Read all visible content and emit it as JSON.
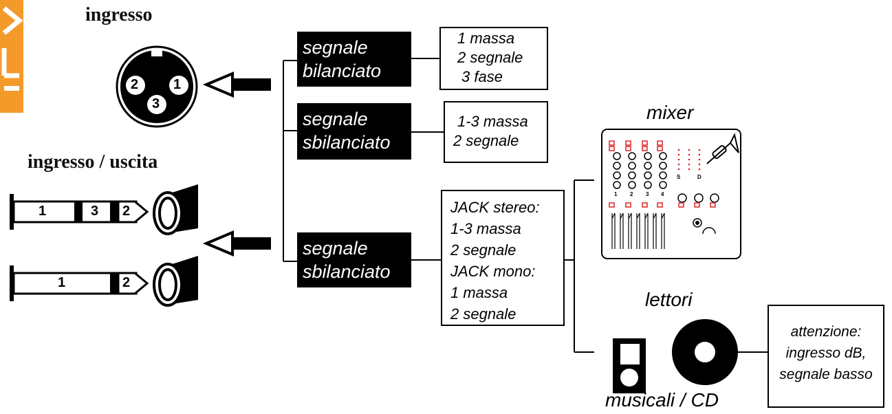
{
  "left": {
    "xlr_label": "ingresso",
    "xlr_pins": [
      "1",
      "2",
      "3"
    ],
    "jack_label": "ingresso / uscita",
    "jack_stereo_pins": [
      "1",
      "3",
      "2"
    ],
    "jack_mono_pins": [
      "1",
      "2"
    ]
  },
  "signals": [
    {
      "lines": [
        "segnale",
        "bilanciato"
      ]
    },
    {
      "lines": [
        "segnale",
        "sbilanciato"
      ]
    },
    {
      "lines": [
        "segnale",
        "sbilanciato"
      ]
    }
  ],
  "pin_boxes": [
    {
      "lines": [
        "1 massa",
        "2 segnale",
        "3 fase"
      ]
    },
    {
      "lines": [
        "1-3 massa",
        "2 segnale"
      ]
    },
    {
      "lines": [
        "JACK stereo:",
        "1-3 massa",
        "2 segnale",
        "JACK mono:",
        "1 massa",
        "2 segnale"
      ]
    }
  ],
  "devices": {
    "mixer_label": "mixer",
    "mixer_channels": [
      "1",
      "2",
      "3",
      "4"
    ],
    "mixer_sd": [
      "S",
      "D"
    ],
    "players_label": "lettori",
    "players_caption": "musicali / CD"
  },
  "warning": {
    "lines": [
      "attenzione:",
      "ingresso dB,",
      "segnale basso"
    ]
  },
  "colors": {
    "accent": "#f39a2b",
    "ink": "#000000",
    "mixer_red": "#e02020"
  }
}
